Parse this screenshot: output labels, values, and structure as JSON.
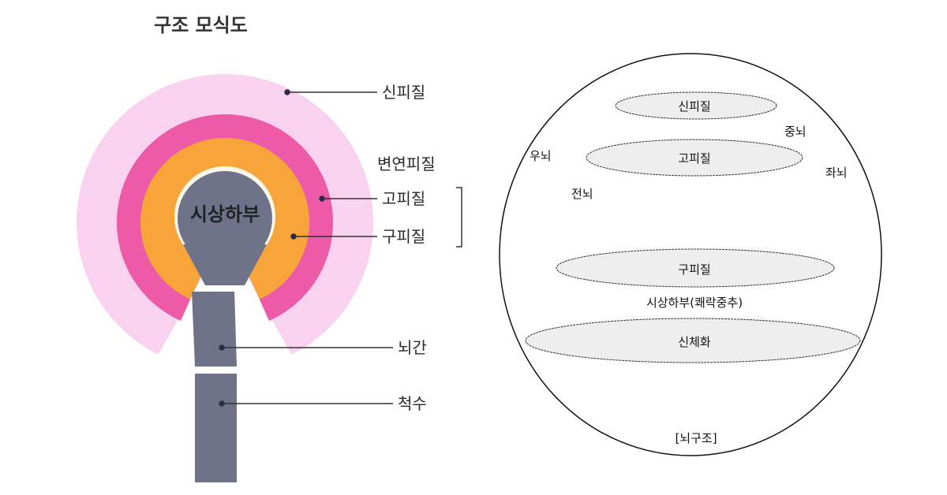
{
  "left_diagram": {
    "title": "구조 모식도",
    "center_label": "시상하부",
    "labels": {
      "neocortex": "신피질",
      "limbic": "변연피질",
      "archicortex": "고피질",
      "paleocortex": "구피질",
      "brainstem": "뇌간",
      "spinal_cord": "척수"
    },
    "colors": {
      "neocortex": "#f9d2ef",
      "archicortex": "#ec5aa8",
      "paleocortex": "#f7a43a",
      "core": "#6f7389"
    }
  },
  "right_diagram": {
    "ellipses": [
      "신피질",
      "고피질",
      "구피질",
      "신체화"
    ],
    "side_labels": {
      "right_brain": "우뇌",
      "midbrain": "중뇌",
      "left_brain": "좌뇌",
      "forebrain": "전뇌",
      "hypothalamus": "시상하부(쾌락중추)",
      "caption": "[뇌구조]"
    }
  }
}
